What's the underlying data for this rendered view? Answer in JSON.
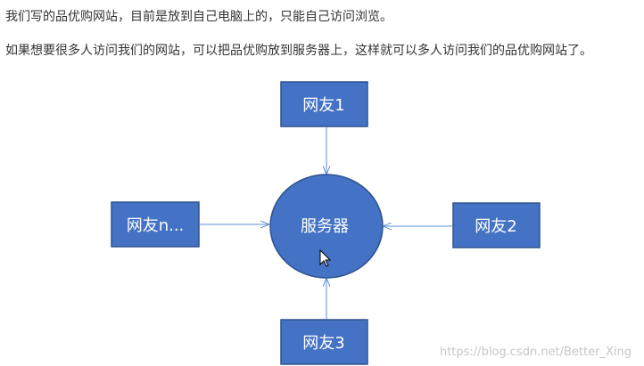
{
  "paragraphs": [
    "我们写的品优购网站，目前是放到自己电脑上的，只能自己访问浏览。",
    "如果想要很多人访问我们的网站，可以把品优购放到服务器上，这样就可以多人访问我们的品优购网站了。"
  ],
  "diagram": {
    "server_label": "服务器",
    "user_top_label": "网友1",
    "user_right_label": "网友2",
    "user_bottom_label": "网友3",
    "user_left_label": "网友n...",
    "colors": {
      "node_fill": "#4472c4",
      "node_border": "#2f528f",
      "arrow": "#5b8fd6"
    }
  },
  "watermark": "https://blog.csdn.net/Better_Xing"
}
